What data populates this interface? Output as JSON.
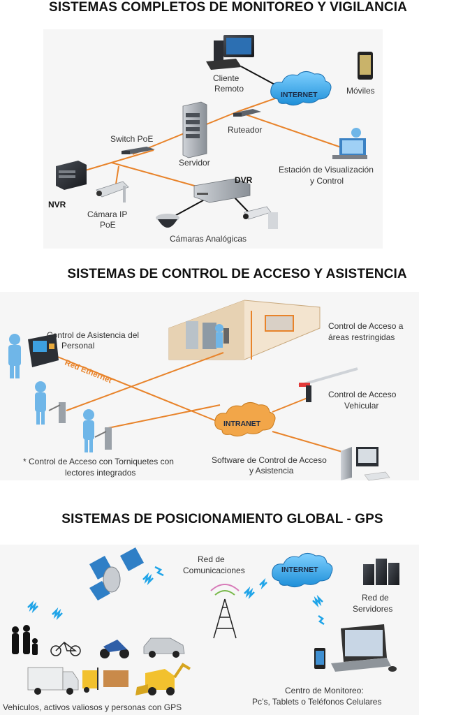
{
  "sections": {
    "monitoring": {
      "title": "SISTEMAS COMPLETOS DE MONITOREO Y VIGILANCIA",
      "labels": {
        "remote_client_1": "Cliente",
        "remote_client_2": "Remoto",
        "internet": "INTERNET",
        "mobiles": "Móviles",
        "router": "Ruteador",
        "switch_poe": "Switch PoE",
        "server": "Servidor",
        "station_1": "Estación de Visualización",
        "station_2": "y Control",
        "nvr": "NVR",
        "dvr": "DVR",
        "ip_camera_1": "Cámara IP",
        "ip_camera_2": "PoE",
        "analog_cameras": "Cámaras Analógicas"
      }
    },
    "access": {
      "title": "SISTEMAS DE CONTROL DE ACCESO Y ASISTENCIA",
      "labels": {
        "attendance_1": "Control de Asistencia del",
        "attendance_2": "Personal",
        "ethernet": "Red Ethernet",
        "restricted_1": "Control de Acceso a",
        "restricted_2": "áreas restringidas",
        "vehicular_1": "Control de Acceso",
        "vehicular_2": "Vehicular",
        "intranet": "INTRANET",
        "turnstiles_1": "* Control de Acceso con Torniquetes con",
        "turnstiles_2": "lectores integrados",
        "software_1": "Software de Control de Acceso",
        "software_2": "y Asistencia"
      }
    },
    "gps": {
      "title": "SISTEMAS DE POSICIONAMIENTO GLOBAL - GPS",
      "labels": {
        "comm_net_1": "Red de",
        "comm_net_2": "Comunicaciones",
        "internet": "INTERNET",
        "servers_1": "Red de",
        "servers_2": "Servidores",
        "monitoring_center_1": "Centro de Monitoreo:",
        "monitoring_center_2": "Pc’s, Tablets o Teléfonos Celulares",
        "assets": "Vehículos, activos valiosos y personas con GPS"
      }
    }
  },
  "colors": {
    "link": "#e8832a",
    "cloud": "#3aa7e8",
    "panel": "#f6f6f6"
  }
}
